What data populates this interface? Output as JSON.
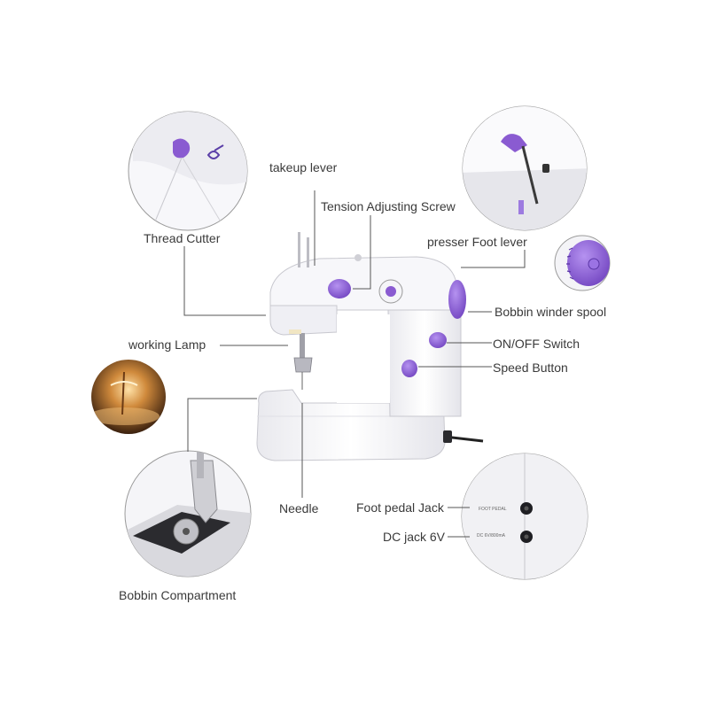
{
  "labels": {
    "takeup_lever": "takeup lever",
    "tension_screw": "Tension Adjusting Screw",
    "thread_cutter": "Thread Cutter",
    "presser_foot_lever": "presser Foot lever",
    "bobbin_winder": "Bobbin winder spool",
    "on_off_switch": "ON/OFF Switch",
    "working_lamp": "working Lamp",
    "speed_button": "Speed Button",
    "needle": "Needle",
    "foot_pedal_jack": "Foot pedal Jack",
    "dc_jack": "DC jack 6V",
    "bobbin_compartment": "Bobbin Compartment"
  },
  "panel_text": {
    "foot_pedal": "FOOT PEDAL",
    "dc_spec": "DC 6V/800mA"
  },
  "colors": {
    "accent_purple": "#8a5bd1",
    "machine_white": "#f4f4f6",
    "line": "#555555"
  }
}
